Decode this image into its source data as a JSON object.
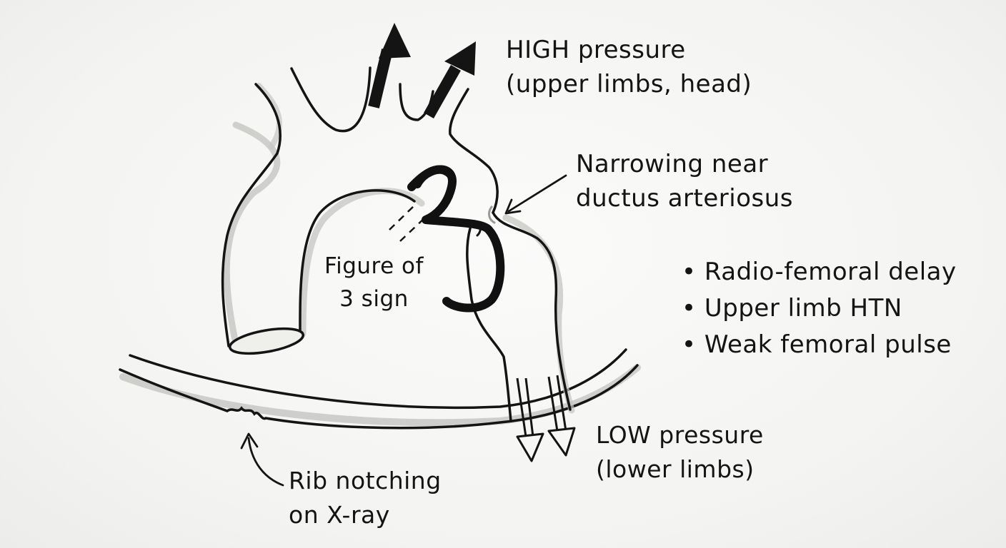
{
  "labels": {
    "high_pressure": {
      "line1": "HIGH pressure",
      "line2": "(upper limbs, head)"
    },
    "narrowing": {
      "line1": "Narrowing near",
      "line2": "ductus arteriosus"
    },
    "figure3": {
      "line1": "Figure of",
      "line2": "3 sign"
    },
    "low_pressure": {
      "line1": "LOW pressure",
      "line2": "(lower limbs)"
    },
    "rib_notching": {
      "line1": "Rib notching",
      "line2": "on X-ray"
    },
    "big_three": "3"
  },
  "clinical_signs": [
    "Radio-femoral delay",
    "Upper limb HTN",
    "Weak femoral pulse"
  ],
  "colors": {
    "ink": "#141414",
    "shadow": "#b9b9b6",
    "paper": "#f6f6f4"
  }
}
